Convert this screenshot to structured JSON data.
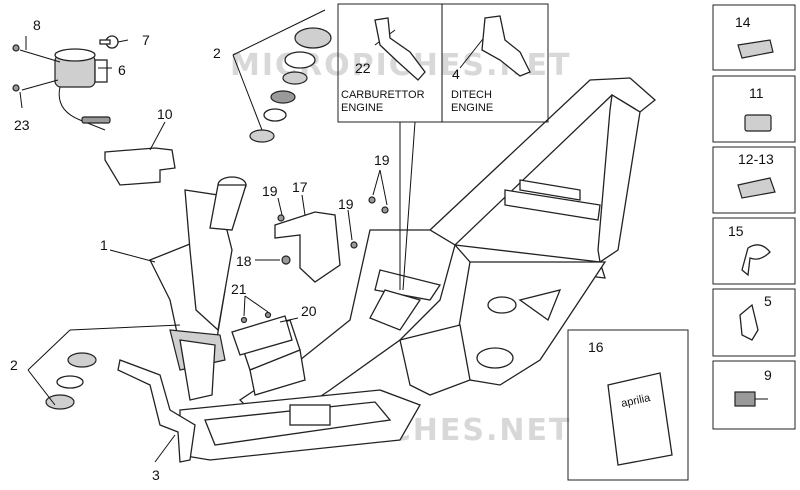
{
  "watermark": {
    "top": "MICROPICHES.NET",
    "bottom": "MICROPICHES.NET"
  },
  "callouts": {
    "c8": "8",
    "c7": "7",
    "c6": "6",
    "c23": "23",
    "c2a": "2",
    "c10": "10",
    "c1": "1",
    "c2b": "2",
    "c3": "3",
    "c19a": "19",
    "c17": "17",
    "c19b": "19",
    "c19c": "19",
    "c18": "18",
    "c21": "21",
    "c20": "20",
    "c22": "22",
    "c4": "4",
    "c16": "16",
    "c14": "14",
    "c11": "11",
    "c1213": "12-13",
    "c15": "15",
    "c5": "5",
    "c9": "9"
  },
  "engine_boxes": {
    "carburettor_line1": "CARBURETTOR",
    "carburettor_line2": "ENGINE",
    "ditech_line1": "DITECH",
    "ditech_line2": "ENGINE"
  },
  "bag_brand": "aprilia",
  "colors": {
    "line": "#111111",
    "watermark": "#d8d8d8",
    "part_fill": "#cfcfcf"
  }
}
